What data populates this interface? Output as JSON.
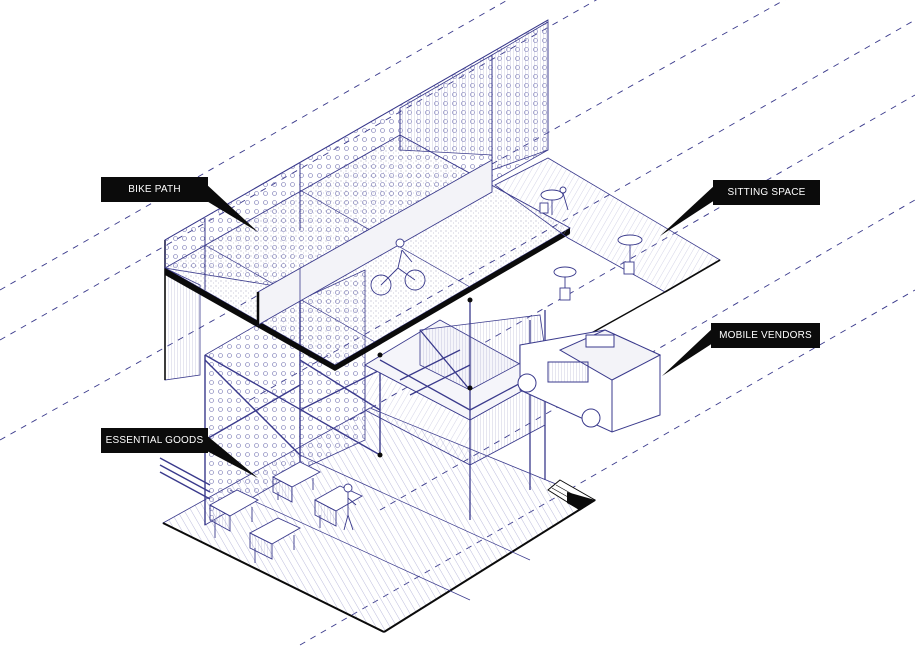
{
  "labels": {
    "bike_path": "BIKE PATH",
    "sitting_space": "SITTING SPACE",
    "mobile_vendors": "MOBILE VENDORS",
    "essential_goods": "ESSENTIAL GOODS"
  },
  "colors": {
    "line": "#3a3a8c",
    "line_light": "#8f8fc4",
    "dark": "#0b0b0b",
    "panel": "#d9d9e6",
    "floor": "#eeeef5",
    "background": "#ffffff"
  }
}
